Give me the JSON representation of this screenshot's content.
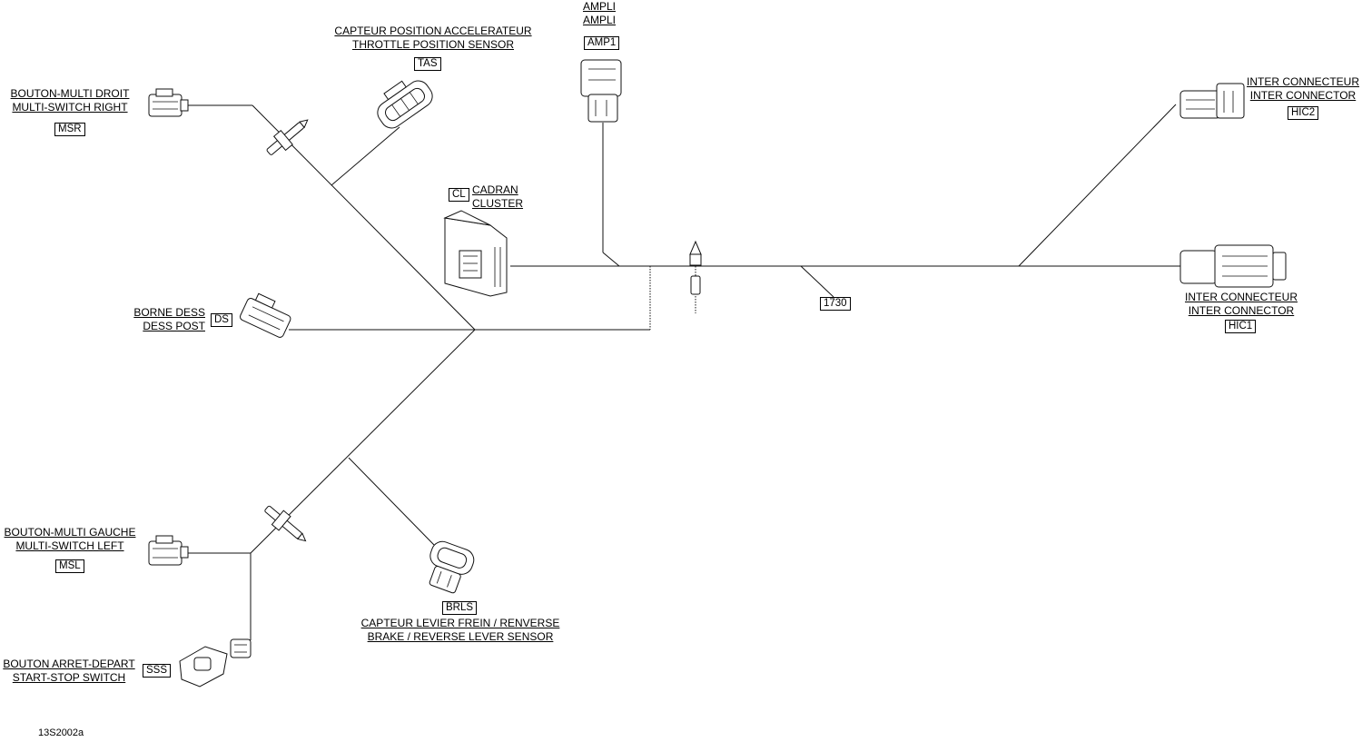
{
  "components": {
    "msr": {
      "line1": "BOUTON-MULTI DROIT",
      "line2": "MULTI-SWITCH RIGHT",
      "code": "MSR"
    },
    "tas": {
      "line1": "CAPTEUR POSITION ACCELERATEUR",
      "line2": "THROTTLE POSITION SENSOR",
      "code": "TAS"
    },
    "amp": {
      "line1": "AMPLI",
      "line2": "AMPLI",
      "code": "AMP1"
    },
    "cluster": {
      "line1": "CADRAN",
      "line2": "CLUSTER",
      "code": "CL"
    },
    "ds": {
      "line1": "BORNE DESS",
      "line2": "DESS POST",
      "code": "DS"
    },
    "hic2": {
      "line1": "INTER CONNECTEUR",
      "line2": "INTER CONNECTOR",
      "code": "HIC2"
    },
    "hic1": {
      "line1": "INTER CONNECTEUR",
      "line2": "INTER CONNECTOR",
      "code": "HIC1"
    },
    "msl": {
      "line1": "BOUTON-MULTI GAUCHE",
      "line2": "MULTI-SWITCH LEFT",
      "code": "MSL"
    },
    "brls": {
      "line1": "CAPTEUR LEVIER FREIN / RENVERSE",
      "line2": "BRAKE / REVERSE LEVER SENSOR",
      "code": "BRLS"
    },
    "sss": {
      "line1": "BOUTON ARRET-DEPART",
      "line2": "START-STOP SWITCH",
      "code": "SSS"
    }
  },
  "harness": {
    "part_number": "1730"
  },
  "figure_ref": "13S2002a"
}
